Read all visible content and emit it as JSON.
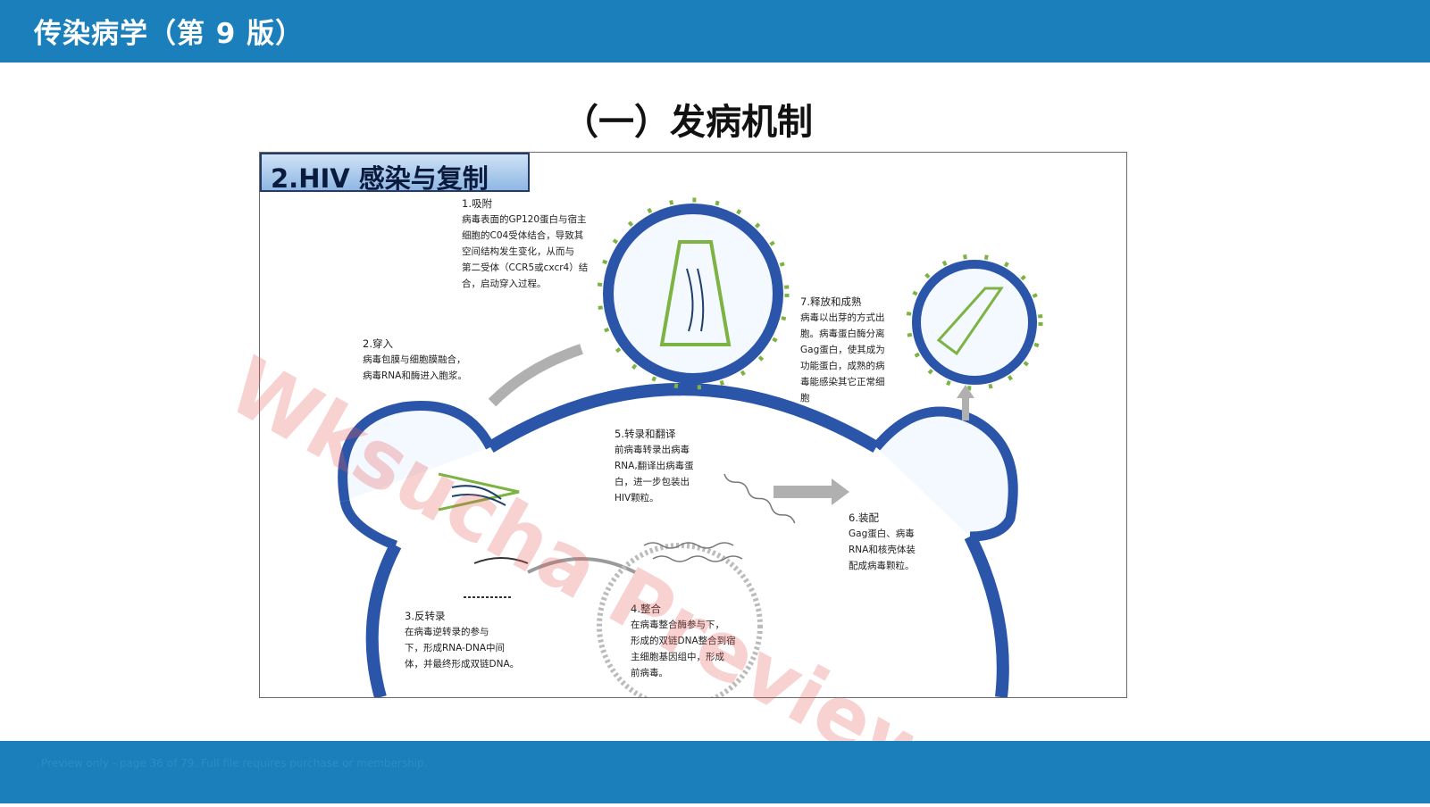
{
  "header": {
    "title": "传染病学（第 9 版）"
  },
  "slide": {
    "heading": "（一）发病机制"
  },
  "figure": {
    "title": "2.HIV 感染与复制",
    "steps": [
      {
        "title": "1.吸附",
        "lines": [
          "病毒表面的GP120蛋白与宿主",
          "细胞的C04受体结合，导致其",
          "空间结构发生变化，从而与",
          "第二受体（CCR5或cxcr4）结",
          "合，启动穿入过程。"
        ]
      },
      {
        "title": "2.穿入",
        "lines": [
          "病毒包膜与细胞膜融合，",
          "病毒RNA和酶进入胞浆。"
        ]
      },
      {
        "title": "3.反转录",
        "lines": [
          "在病毒逆转录的参与",
          "下，形成RNA-DNA中间",
          "体，并最终形成双链DNA。"
        ]
      },
      {
        "title": "4.整合",
        "lines": [
          "在病毒整合酶参与下，",
          "形成的双链DNA整合到宿",
          "主细胞基因组中，形成",
          "前病毒。"
        ]
      },
      {
        "title": "5.转录和翻译",
        "lines": [
          "前病毒转录出病毒",
          "RNA,翻译出病毒蛋",
          "白，进一步包装出",
          "HIV颗粒。"
        ]
      },
      {
        "title": "6.装配",
        "lines": [
          "Gag蛋白、病毒",
          "RNA和核壳体装",
          "配成病毒颗粒。"
        ]
      },
      {
        "title": "7.释放和成熟",
        "lines": [
          "病毒以出芽的方式出",
          "胞。病毒蛋白酶分离",
          "Gag蛋白，使其成为",
          "功能蛋白，成熟的病",
          "毒能感染其它正常细",
          "胞"
        ]
      }
    ]
  },
  "watermark": "Wksucha Preview",
  "footer": {
    "note": "Preview only - page 36 of 79. Full file requires purchase or membership."
  },
  "colors": {
    "bar": "#1a7fba",
    "membrane": "#2b55a8",
    "spike": "#7cb342"
  }
}
